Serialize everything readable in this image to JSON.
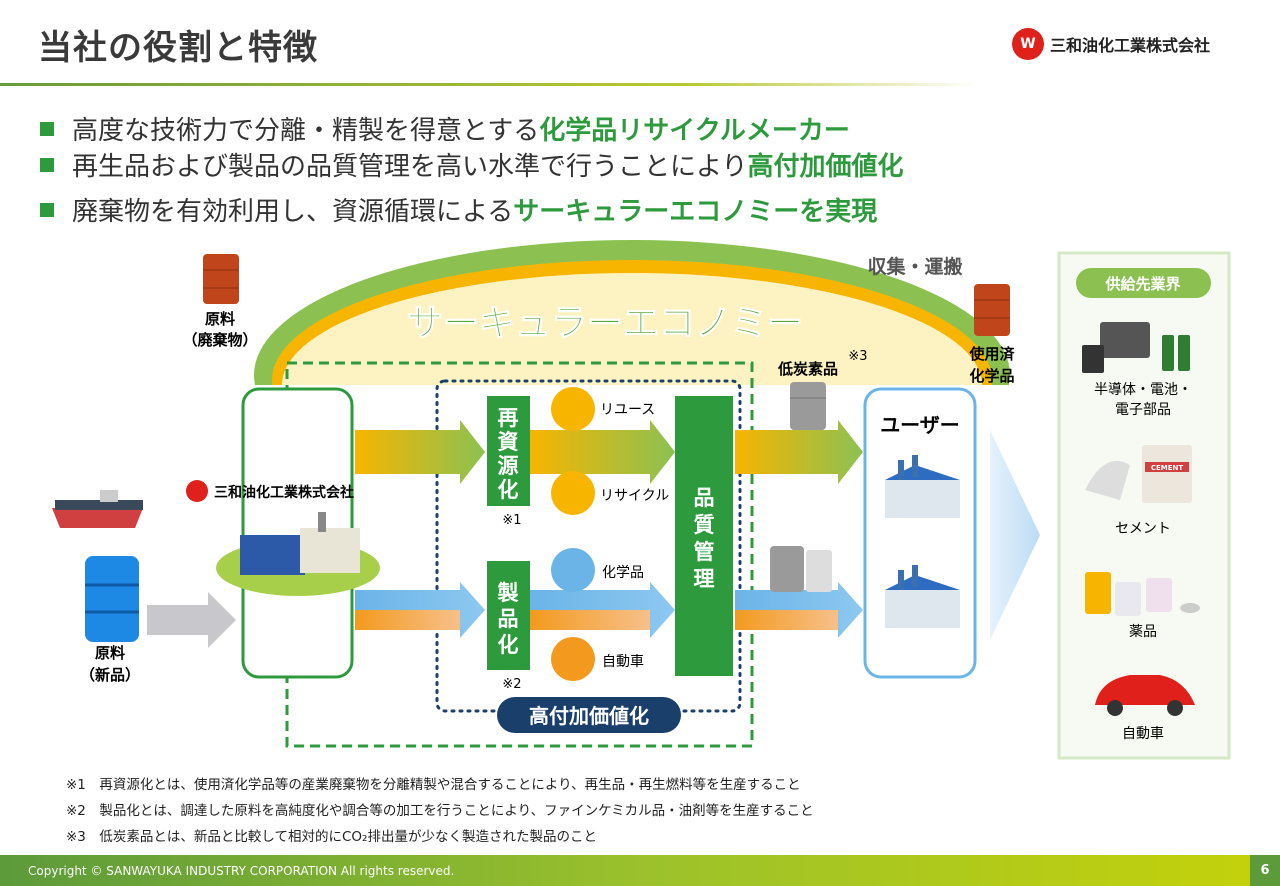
{
  "title": "当社の役割と特徴",
  "company": "三和油化工業株式会社",
  "bullets": [
    {
      "text": "高度な技術力で分離・精製を得意とする",
      "em": "化学品リサイクルメーカー"
    },
    {
      "text": "再生品および製品の品質管理を高い水準で行うことにより",
      "em": "高付加価値化"
    },
    {
      "text": "廃棄物を有効利用し、資源循環による",
      "em": "サーキュラーエコノミーを実現"
    }
  ],
  "diagram": {
    "circular": "サーキュラーエコノミー",
    "collect": "収集・運搬",
    "raw_waste": [
      "原料",
      "（廃棄物）"
    ],
    "raw_new": [
      "原料",
      "（新品）"
    ],
    "used_chem": [
      "使用済",
      "化学品"
    ],
    "low_carbon": "低炭素品",
    "note3": "※3",
    "company": "三和油化工業株式会社",
    "recycle_bar": [
      "再",
      "資",
      "源",
      "化"
    ],
    "note1": "※1",
    "product_bar": [
      "製",
      "品",
      "化"
    ],
    "note2": "※2",
    "quality_bar": [
      "品",
      "質",
      "管",
      "理"
    ],
    "reuse": "リユース",
    "recycle": "リサイクル",
    "chemical": "化学品",
    "car": "自動車",
    "user": "ユーザー",
    "value_added": "高付加価値化",
    "supply_title": "供給先業界",
    "supply": [
      "半導体・電池・",
      "電子部品",
      "セメント",
      "薬品",
      "自動車"
    ],
    "cement_label": "CEMENT"
  },
  "notes": [
    "※1　再資源化とは、使用済化学品等の産業廃棄物を分離精製や混合することにより、再生品・再生燃料等を生産すること",
    "※2　製品化とは、調達した原料を高純度化や調合等の加工を行うことにより、ファインケミカル品・油剤等を生産すること",
    "※3　低炭素品とは、新品と比較して相対的にCO₂排出量が少なく製造された製品のこと"
  ],
  "footer": "Copyright © SANWAYUKA INDUSTRY CORPORATION All rights reserved.",
  "page": "6",
  "colors": {
    "green": "#2e9a3e",
    "navy": "#1b3f6b",
    "orange": "#f39a1e",
    "blue": "#6bb4e8",
    "red": "#e0211b"
  }
}
